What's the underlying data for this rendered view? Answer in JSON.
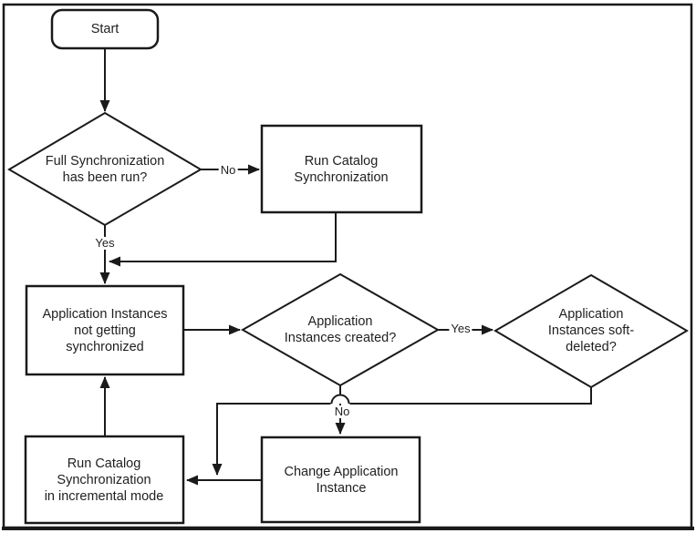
{
  "colors": {
    "stroke": "#1a1a1a",
    "background": "#ffffff"
  },
  "nodes": {
    "start": {
      "type": "terminator",
      "label": "Start"
    },
    "full_sync_decision": {
      "type": "decision",
      "label": "Full Synchronization\nhas been run?"
    },
    "run_catalog_sync": {
      "type": "process",
      "label": "Run Catalog\nSynchronization"
    },
    "instances_not_synced": {
      "type": "process",
      "label": "Application Instances\nnot getting\nsynchronized"
    },
    "instances_created_decision": {
      "type": "decision",
      "label": "Application\nInstances created?"
    },
    "instances_soft_deleted_decision": {
      "type": "decision",
      "label": "Application\nInstances soft-\ndeleted?"
    },
    "change_app_instance": {
      "type": "process",
      "label": "Change Application\nInstance"
    },
    "run_incremental_sync": {
      "type": "process",
      "label": "Run Catalog\nSynchronization\nin incremental mode"
    }
  },
  "edge_labels": {
    "no_full_sync": "No",
    "yes_full_sync": "Yes",
    "yes_instances_created": "Yes",
    "no_instances_created": "No"
  }
}
